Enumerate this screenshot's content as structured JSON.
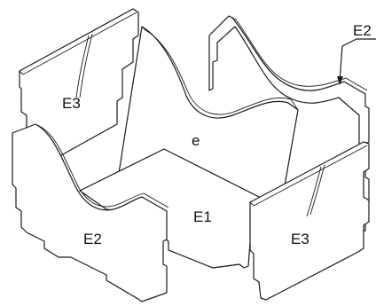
{
  "labels": {
    "back_left_panel": "E3",
    "inner_divider": "e",
    "back_right_panel": "E2",
    "front_left_panel": "E2",
    "base_panel": "E1",
    "front_right_panel": "E3"
  },
  "colors": {
    "line": "#1a1a1a",
    "panel": "#ffffff"
  }
}
